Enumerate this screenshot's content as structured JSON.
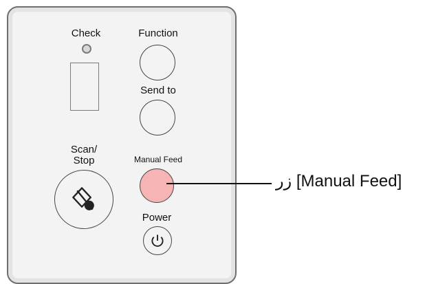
{
  "panel": {
    "check_label": "Check",
    "function_label": "Function",
    "send_to_label": "Send to",
    "scan_stop_label_line1": "Scan/",
    "scan_stop_label_line2": "Stop",
    "manual_feed_label": "Manual Feed",
    "power_label": "Power"
  },
  "callout": {
    "text": "زر [Manual Feed]"
  },
  "colors": {
    "highlight": "#f7b4b4",
    "panel_border": "#6e6e6e",
    "panel_bg": "#f3f3f3"
  },
  "icons": {
    "check": "led-indicator",
    "scan_stop": "scan-stop-icon",
    "power": "power-icon"
  }
}
